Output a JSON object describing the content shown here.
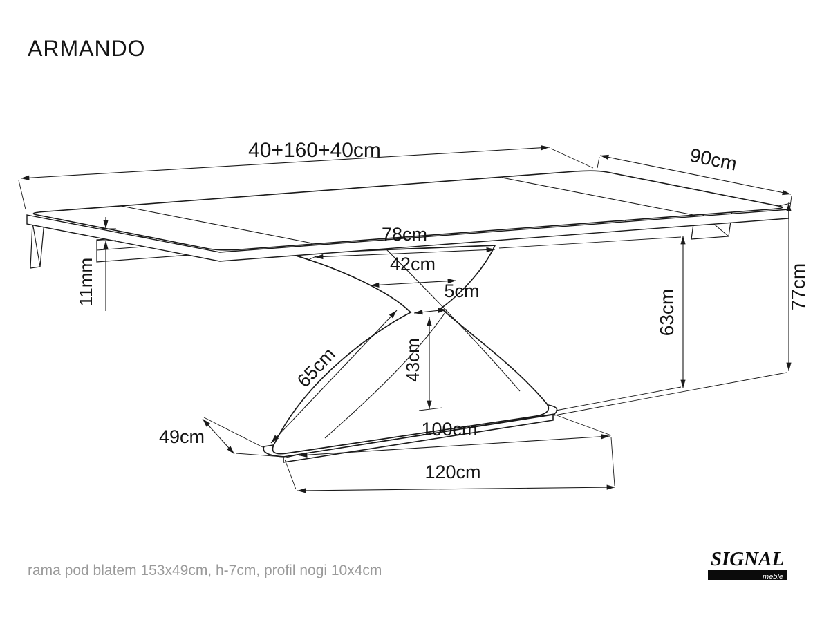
{
  "page": {
    "title": "ARMANDO",
    "footnote": "rama pod blatem 153x49cm, h-7cm, profil nogi 10x4cm",
    "background": "#ffffff",
    "line_color": "#1a1a1a",
    "muted_text_color": "#9a9a9a"
  },
  "logo": {
    "brand": "SIGNAL",
    "sub": "meble"
  },
  "diagram": {
    "type": "furniture dimension drawing",
    "subject": "ARMANDO extendable dining table",
    "labels": {
      "length": "40+160+40cm",
      "depth": "90cm",
      "total_height": "77cm",
      "base_height": "63cm",
      "top_thickness": "11mm",
      "frame_width": "78cm",
      "inner_width": "42cm",
      "waist": "5cm",
      "leg_length": "65cm",
      "waist_height": "43cm",
      "foot_depth": "49cm",
      "foot_top_length": "100cm",
      "foot_bottom_length": "120cm"
    }
  }
}
